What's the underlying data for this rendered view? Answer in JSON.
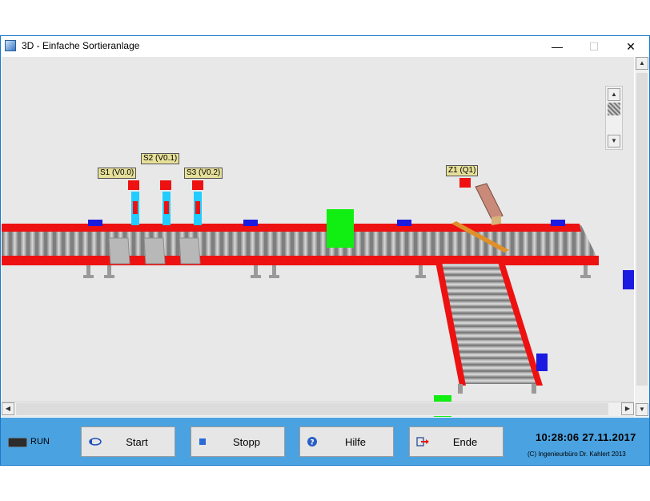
{
  "window": {
    "title": "3D - Einfache Sortieranlage",
    "minimize": "—",
    "maximize": "☐",
    "close": "✕"
  },
  "scene": {
    "sensors": [
      {
        "label": "S1 (V0.0)"
      },
      {
        "label": "S2 (V0.1)"
      },
      {
        "label": "S3 (V0.2)"
      }
    ],
    "actuator": {
      "label": "Z1 (Q1)"
    },
    "colors": {
      "conveyor_red": "#ee1111",
      "roller_gray": "#b4b4b4",
      "package_green": "#11ee11",
      "sensor_cyan": "#22ccff",
      "label_bg": "#e6e09a",
      "background": "#e8e8e8"
    }
  },
  "scrollbars": {
    "up_arrow": "▲",
    "down_arrow": "▼",
    "left_arrow": "◀",
    "right_arrow": "▶"
  },
  "toolbar": {
    "run_label": "RUN",
    "start_label": "Start",
    "stop_label": "Stopp",
    "help_label": "Hilfe",
    "end_label": "Ende",
    "clock": "10:28:06  27.11.2017",
    "copyright": "(C) Ingenieurbüro Dr. Kahlert 2013",
    "colors": {
      "panel": "#4aa2e0",
      "button": "#e6e6e6"
    }
  }
}
